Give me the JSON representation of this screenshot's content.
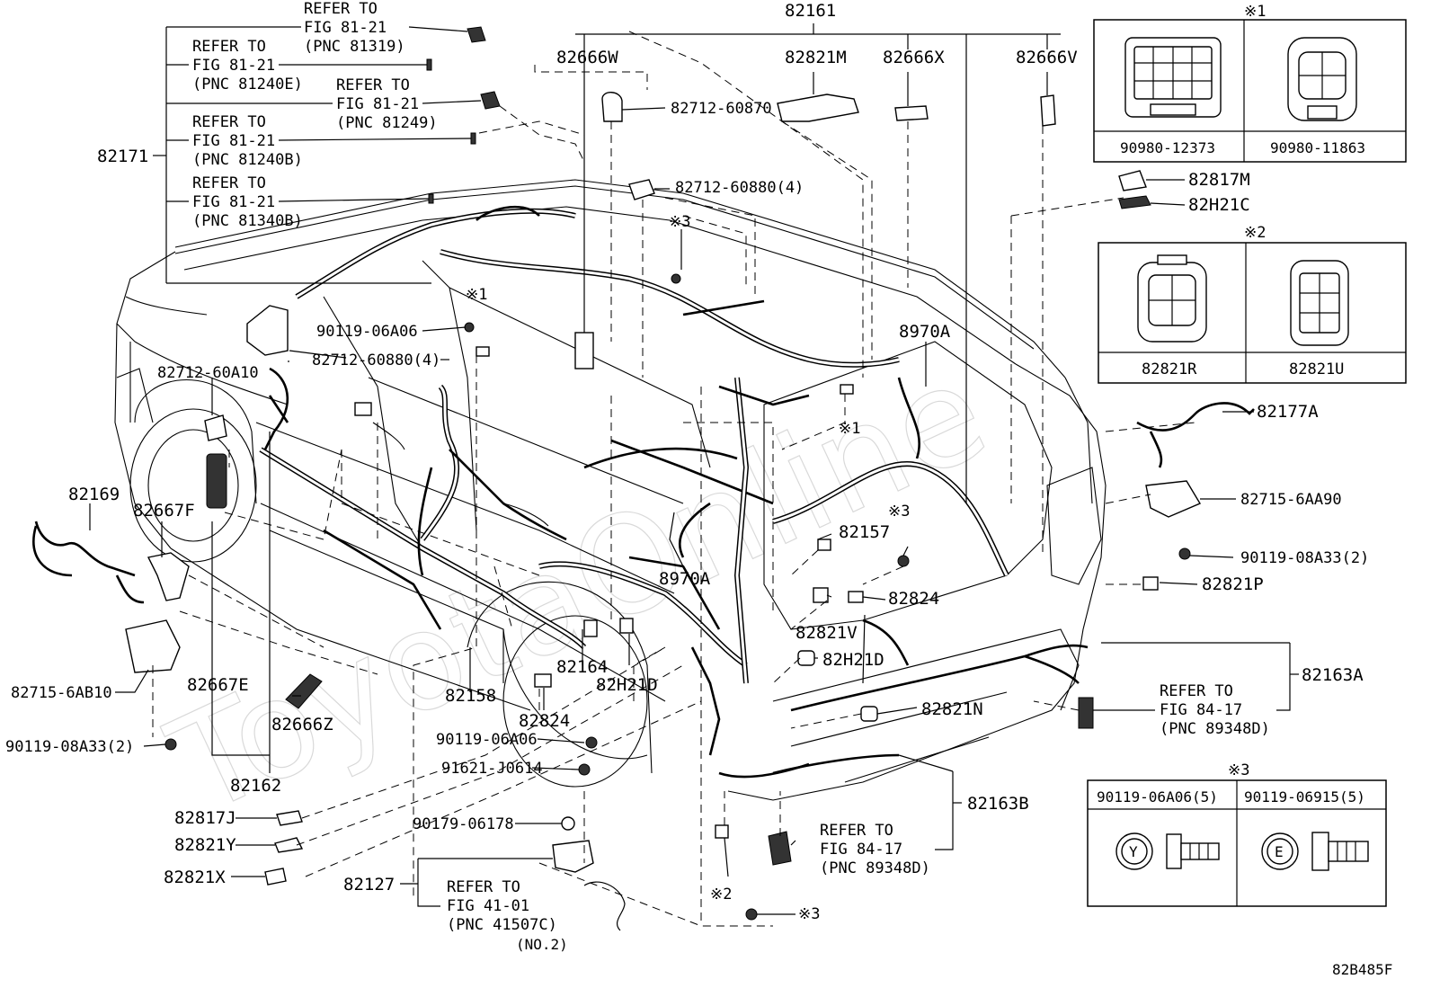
{
  "diagram_id": "82B485F",
  "watermark": "ToyotaOnline",
  "labels": {
    "p82161": "82161",
    "p82171": "82171",
    "p82666W": "82666W",
    "p82821M": "82821M",
    "p82666X": "82666X",
    "p82666V": "82666V",
    "p82712_60870": "82712-60870",
    "p82712_60880_4a": "82712-60880(4)",
    "p82712_60880_4b": "82712-60880(4)",
    "p90119_06A06_a": "90119-06A06",
    "p82712_60A10": "82712-60A10",
    "p8970A_a": "8970A",
    "p8970A_b": "8970A",
    "p82169": "82169",
    "p82667F": "82667F",
    "p82715_6AB10": "82715-6AB10",
    "p90119_08A33_2a": "90119-08A33(2)",
    "p82667E": "82667E",
    "p82666Z": "82666Z",
    "p82162": "82162",
    "p82817J": "82817J",
    "p82821Y": "82821Y",
    "p82821X": "82821X",
    "p82158": "82158",
    "p82164": "82164",
    "p82H21D_a": "82H21D",
    "p82824_a": "82824",
    "p90119_06A06_b": "90119-06A06",
    "p91621_J0614": "91621-J0614",
    "p90179_06178": "90179-06178",
    "p82127": "82127",
    "p82157": "82157",
    "p82824_b": "82824",
    "p82821V": "82821V",
    "p82H21D_b": "82H21D",
    "p82821N": "82821N",
    "p82163B": "82163B",
    "p82163A": "82163A",
    "p82177A": "82177A",
    "p82715_6AA90": "82715-6AA90",
    "p90119_08A33_2b": "90119-08A33(2)",
    "p82821P": "82821P",
    "p82817M": "82817M",
    "p82H21C": "82H21C"
  },
  "marks": {
    "m1_a": "※1",
    "m1_b": "※1",
    "m3_a": "※3",
    "m3_b": "※3",
    "m2": "※2",
    "m3_c": "※3"
  },
  "refer_notes": [
    {
      "l1": "REFER TO",
      "l2": "FIG 81-21",
      "l3": "(PNC 81319)"
    },
    {
      "l1": "REFER TO",
      "l2": "FIG 81-21",
      "l3": "(PNC 81240E)"
    },
    {
      "l1": "REFER TO",
      "l2": "FIG 81-21",
      "l3": "(PNC 81249)"
    },
    {
      "l1": "REFER TO",
      "l2": "FIG 81-21",
      "l3": "(PNC 81240B)"
    },
    {
      "l1": "REFER TO",
      "l2": "FIG 81-21",
      "l3": "(PNC 81340B)"
    },
    {
      "l1": "REFER TO",
      "l2": "FIG 41-01",
      "l3": "(PNC 41507C)",
      "l4": "(NO.2)"
    },
    {
      "l1": "REFER TO",
      "l2": "FIG 84-17",
      "l3": "(PNC 89348D)"
    },
    {
      "l1": "REFER TO",
      "l2": "FIG 84-17",
      "l3": "(PNC 89348D)"
    }
  ],
  "inset_boxes": {
    "box1": {
      "mark": "※1",
      "left": "90980-12373",
      "right": "90980-11863"
    },
    "box2": {
      "mark": "※2",
      "left": "82821R",
      "right": "82821U"
    },
    "box3": {
      "mark": "※3",
      "left": "90119-06A06(5)",
      "right": "90119-06915(5)",
      "left_icon": "Y",
      "right_icon": "E"
    }
  }
}
